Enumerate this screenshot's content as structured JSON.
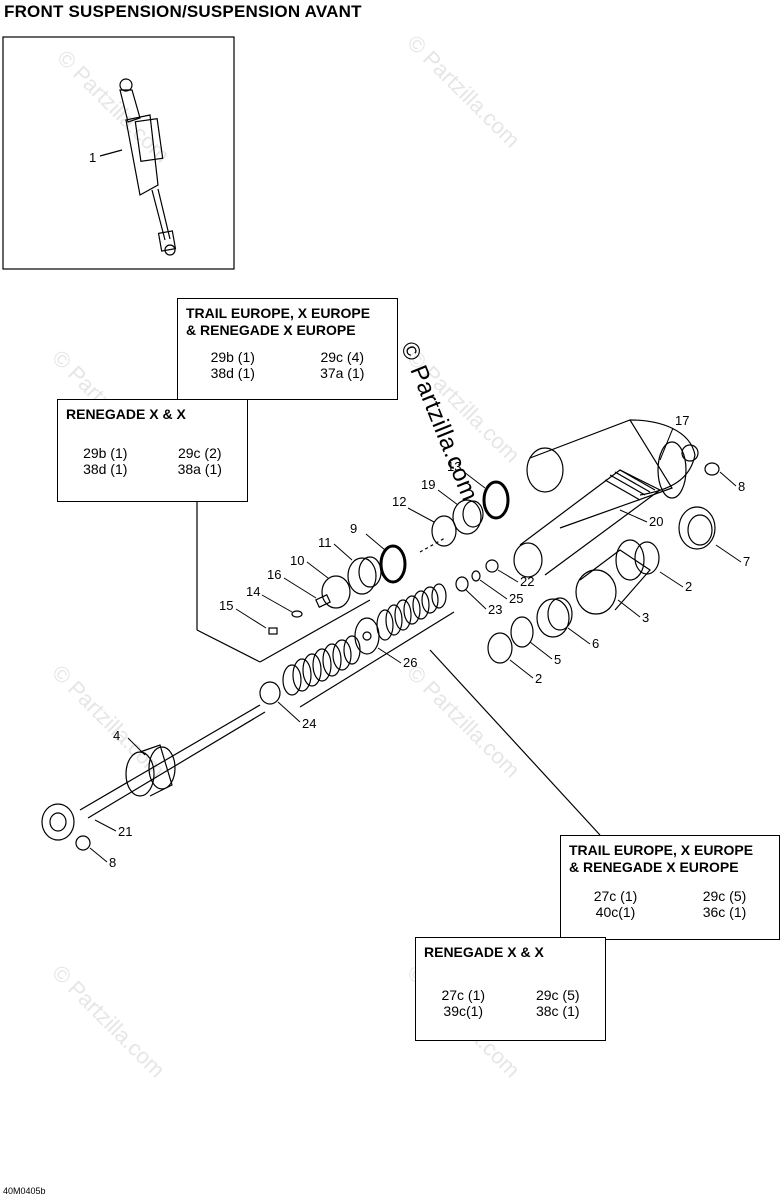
{
  "title": "FRONT SUSPENSION/SUSPENSION AVANT",
  "footer_code": "40M0405b",
  "watermark": "© Partzilla.com",
  "inset_callout": "1",
  "boxes": {
    "top_right": {
      "title": "TRAIL EUROPE, X EUROPE\n& RENEGADE X EUROPE",
      "items": [
        "29b (1)",
        "29c (4)",
        "38d (1)",
        "37a (1)"
      ]
    },
    "top_left": {
      "title": "RENEGADE X & X",
      "items": [
        "29b (1)",
        "29c (2)",
        "38d (1)",
        "38a (1)"
      ]
    },
    "bottom_right": {
      "title": "TRAIL EUROPE, X EUROPE\n& RENEGADE X EUROPE",
      "items": [
        "27c (1)",
        "29c (5)",
        "40c(1)",
        "36c (1)"
      ]
    },
    "bottom_left": {
      "title": "RENEGADE X & X",
      "items": [
        "27c (1)",
        "29c (5)",
        "39c(1)",
        "38c (1)"
      ]
    }
  },
  "callouts": [
    "17",
    "8",
    "13",
    "19",
    "12",
    "20",
    "11",
    "9",
    "7",
    "10",
    "22",
    "16",
    "14",
    "2",
    "15",
    "25",
    "23",
    "3",
    "6",
    "5",
    "2",
    "26",
    "24",
    "4",
    "21",
    "8"
  ]
}
